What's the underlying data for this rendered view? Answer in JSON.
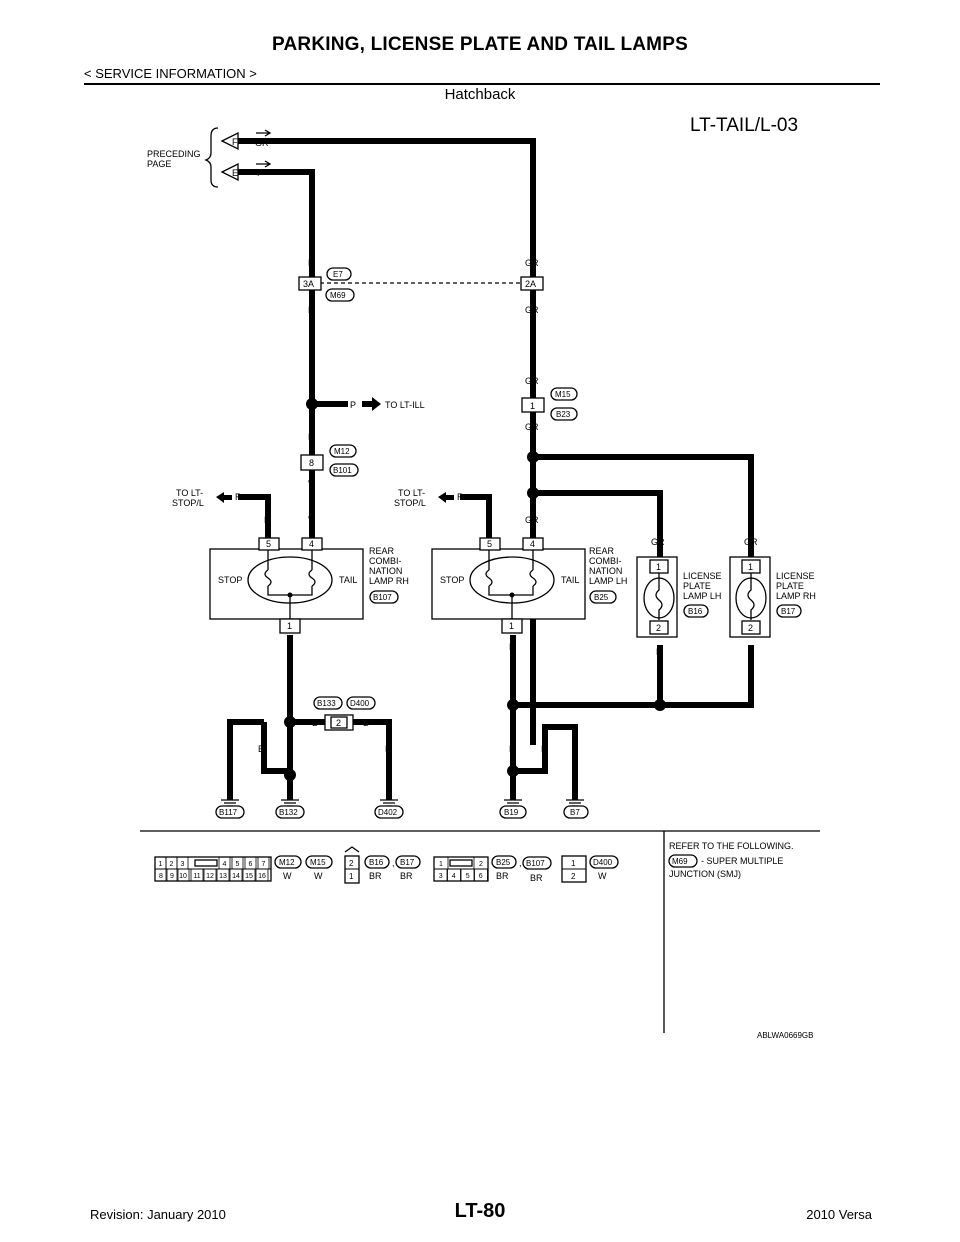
{
  "header": {
    "title": "PARKING, LICENSE PLATE AND TAIL LAMPS",
    "section": "< SERVICE INFORMATION >",
    "variant": "Hatchback",
    "diagram_id": "LT-TAIL/L-03"
  },
  "footer": {
    "revision": "Revision: January 2010",
    "page_number": "LT-80",
    "model": "2010 Versa"
  },
  "diagram": {
    "preceding_page": [
      "PRECEDING",
      "PAGE"
    ],
    "connectors": {
      "F": "F",
      "E": "E",
      "E7": "E7",
      "M69": "M69",
      "M15": "M15",
      "B23": "B23",
      "M12": "M12",
      "B101": "B101",
      "B107": "B107",
      "B25": "B25",
      "B16": "B16",
      "B17": "B17",
      "B133": "B133",
      "D400": "D400",
      "B117": "B117",
      "B132": "B132",
      "D402": "D402",
      "B19": "B19",
      "B7": "B7"
    },
    "pins": {
      "p3A": "3A",
      "p2A": "2A",
      "p1": "1",
      "p8": "8",
      "p5": "5",
      "p4": "4",
      "p2": "2"
    },
    "wires": {
      "GR": "GR",
      "P": "P",
      "V": "V",
      "R": "R",
      "B": "B"
    },
    "labels": {
      "to_lt_ill": "TO LT-ILL",
      "to_lt_stop_1": "TO LT-",
      "to_lt_stop_2": "STOP/L",
      "stop": "STOP",
      "tail": "TAIL",
      "rcl_rh": [
        "REAR",
        "COMBI-",
        "NATION",
        "LAMP RH"
      ],
      "rcl_lh": [
        "REAR",
        "COMBI-",
        "NATION",
        "LAMP LH"
      ],
      "lpl_lh": [
        "LICENSE",
        "PLATE",
        "LAMP LH"
      ],
      "lpl_rh": [
        "LICENSE",
        "PLATE",
        "LAMP RH"
      ]
    },
    "legend": {
      "grid16_top": [
        "1",
        "2",
        "3",
        "4",
        "5",
        "6",
        "7"
      ],
      "grid16_bot": [
        "8",
        "9",
        "10",
        "11",
        "12",
        "13",
        "14",
        "15",
        "16"
      ],
      "m12": "M12",
      "m15": "M15",
      "w": "W",
      "b16": "B16",
      "b17": "B17",
      "br": "BR",
      "grid6_top": [
        "1",
        "2"
      ],
      "grid6_bot": [
        "3",
        "4",
        "5",
        "6"
      ],
      "b25": "B25",
      "b107": "B107",
      "d400": "D400",
      "pin2": "2",
      "pin1": "1",
      "refer": "REFER TO THE FOLLOWING.",
      "refer_conn": "M69",
      "refer_desc1": "- SUPER MULTIPLE",
      "refer_desc2": "JUNCTION (SMJ)"
    },
    "figure_code": "ABLWA0669GB"
  }
}
